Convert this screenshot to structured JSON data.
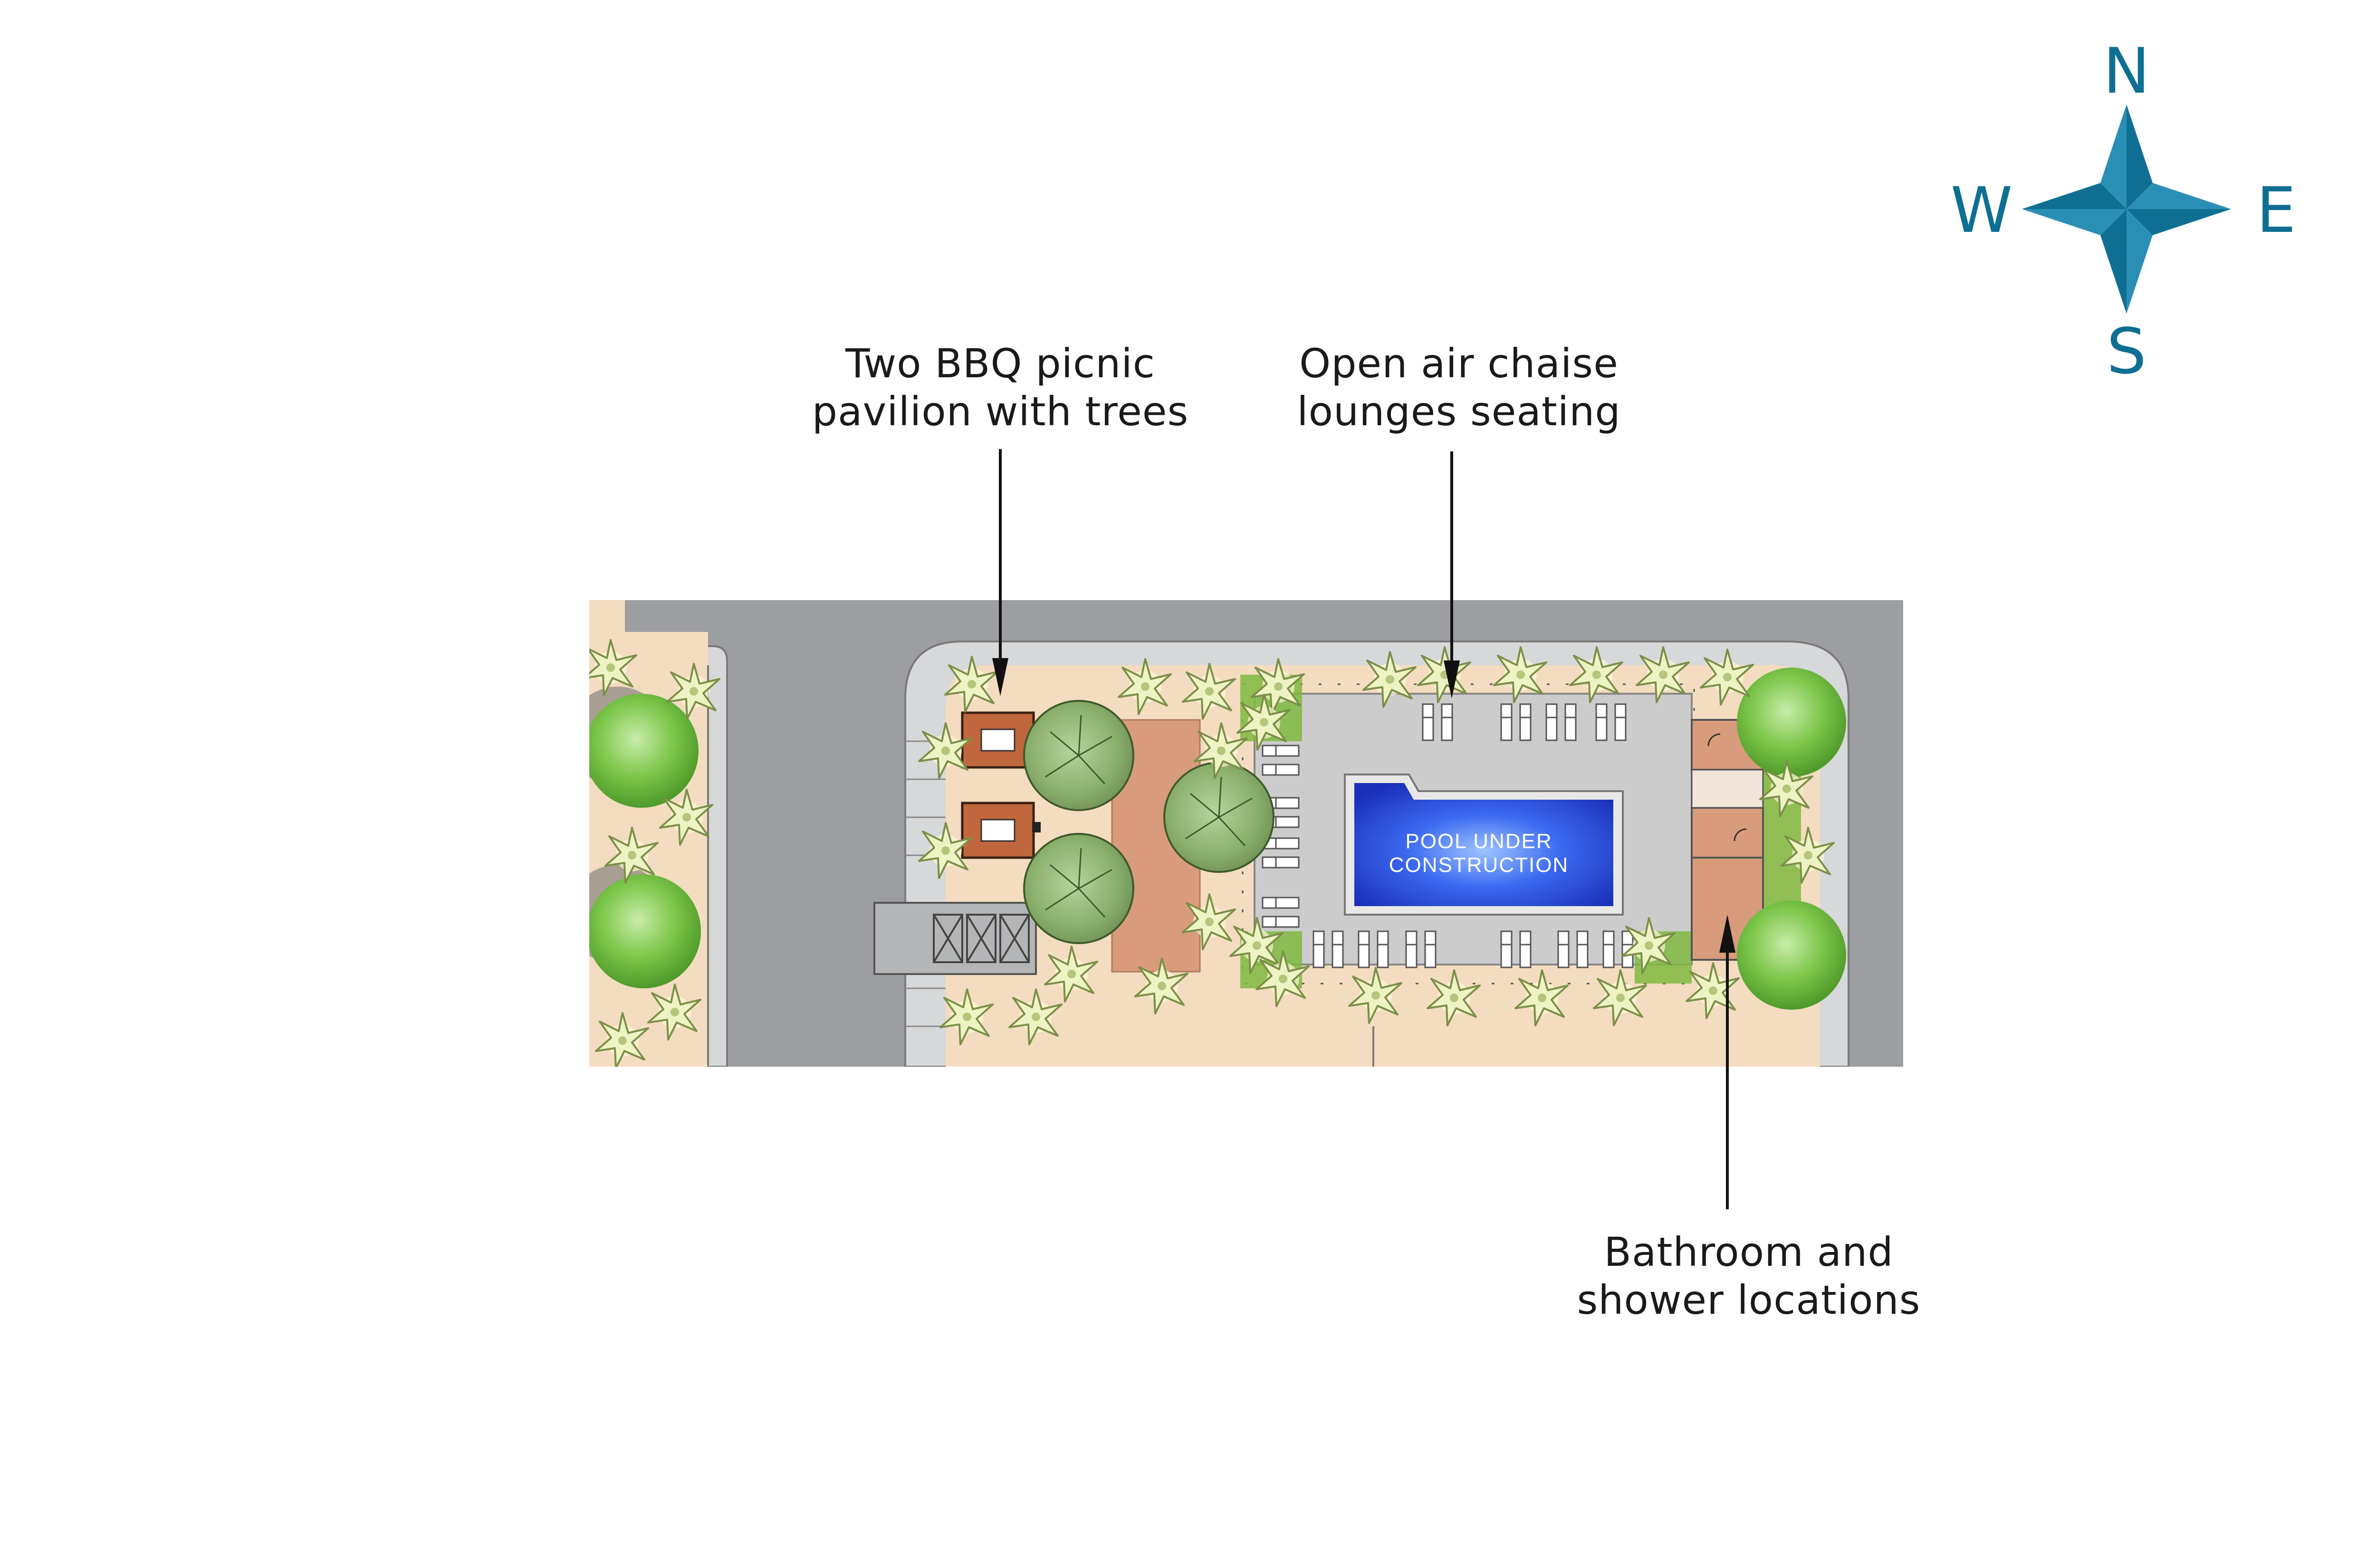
{
  "compass": {
    "north": "N",
    "south": "S",
    "east": "E",
    "west": "W"
  },
  "callouts": {
    "bbq": [
      "Two BBQ picnic",
      "pavilion with trees"
    ],
    "lounges": [
      "Open air chaise",
      "lounges seating"
    ],
    "bathroom": [
      "Bathroom and",
      "shower locations"
    ]
  },
  "pool": {
    "label_line1": "POOL UNDER",
    "label_line2": "CONSTRUCTION"
  },
  "colors": {
    "road": "#9c9ea1",
    "sidewalk": "#d7d8da",
    "sand": "#f3dcc0",
    "deck": "#cccccc",
    "pool": "#2f59e6",
    "terracotta": "#d89b7b",
    "pavilion": "#c1673d",
    "grass": "#7fb840",
    "compass": "#0f6f93"
  },
  "icons": [
    "compass-rose-icon",
    "palm-tree-icon",
    "shade-tree-icon",
    "chaise-lounge-icon",
    "callout-arrow-icon"
  ]
}
